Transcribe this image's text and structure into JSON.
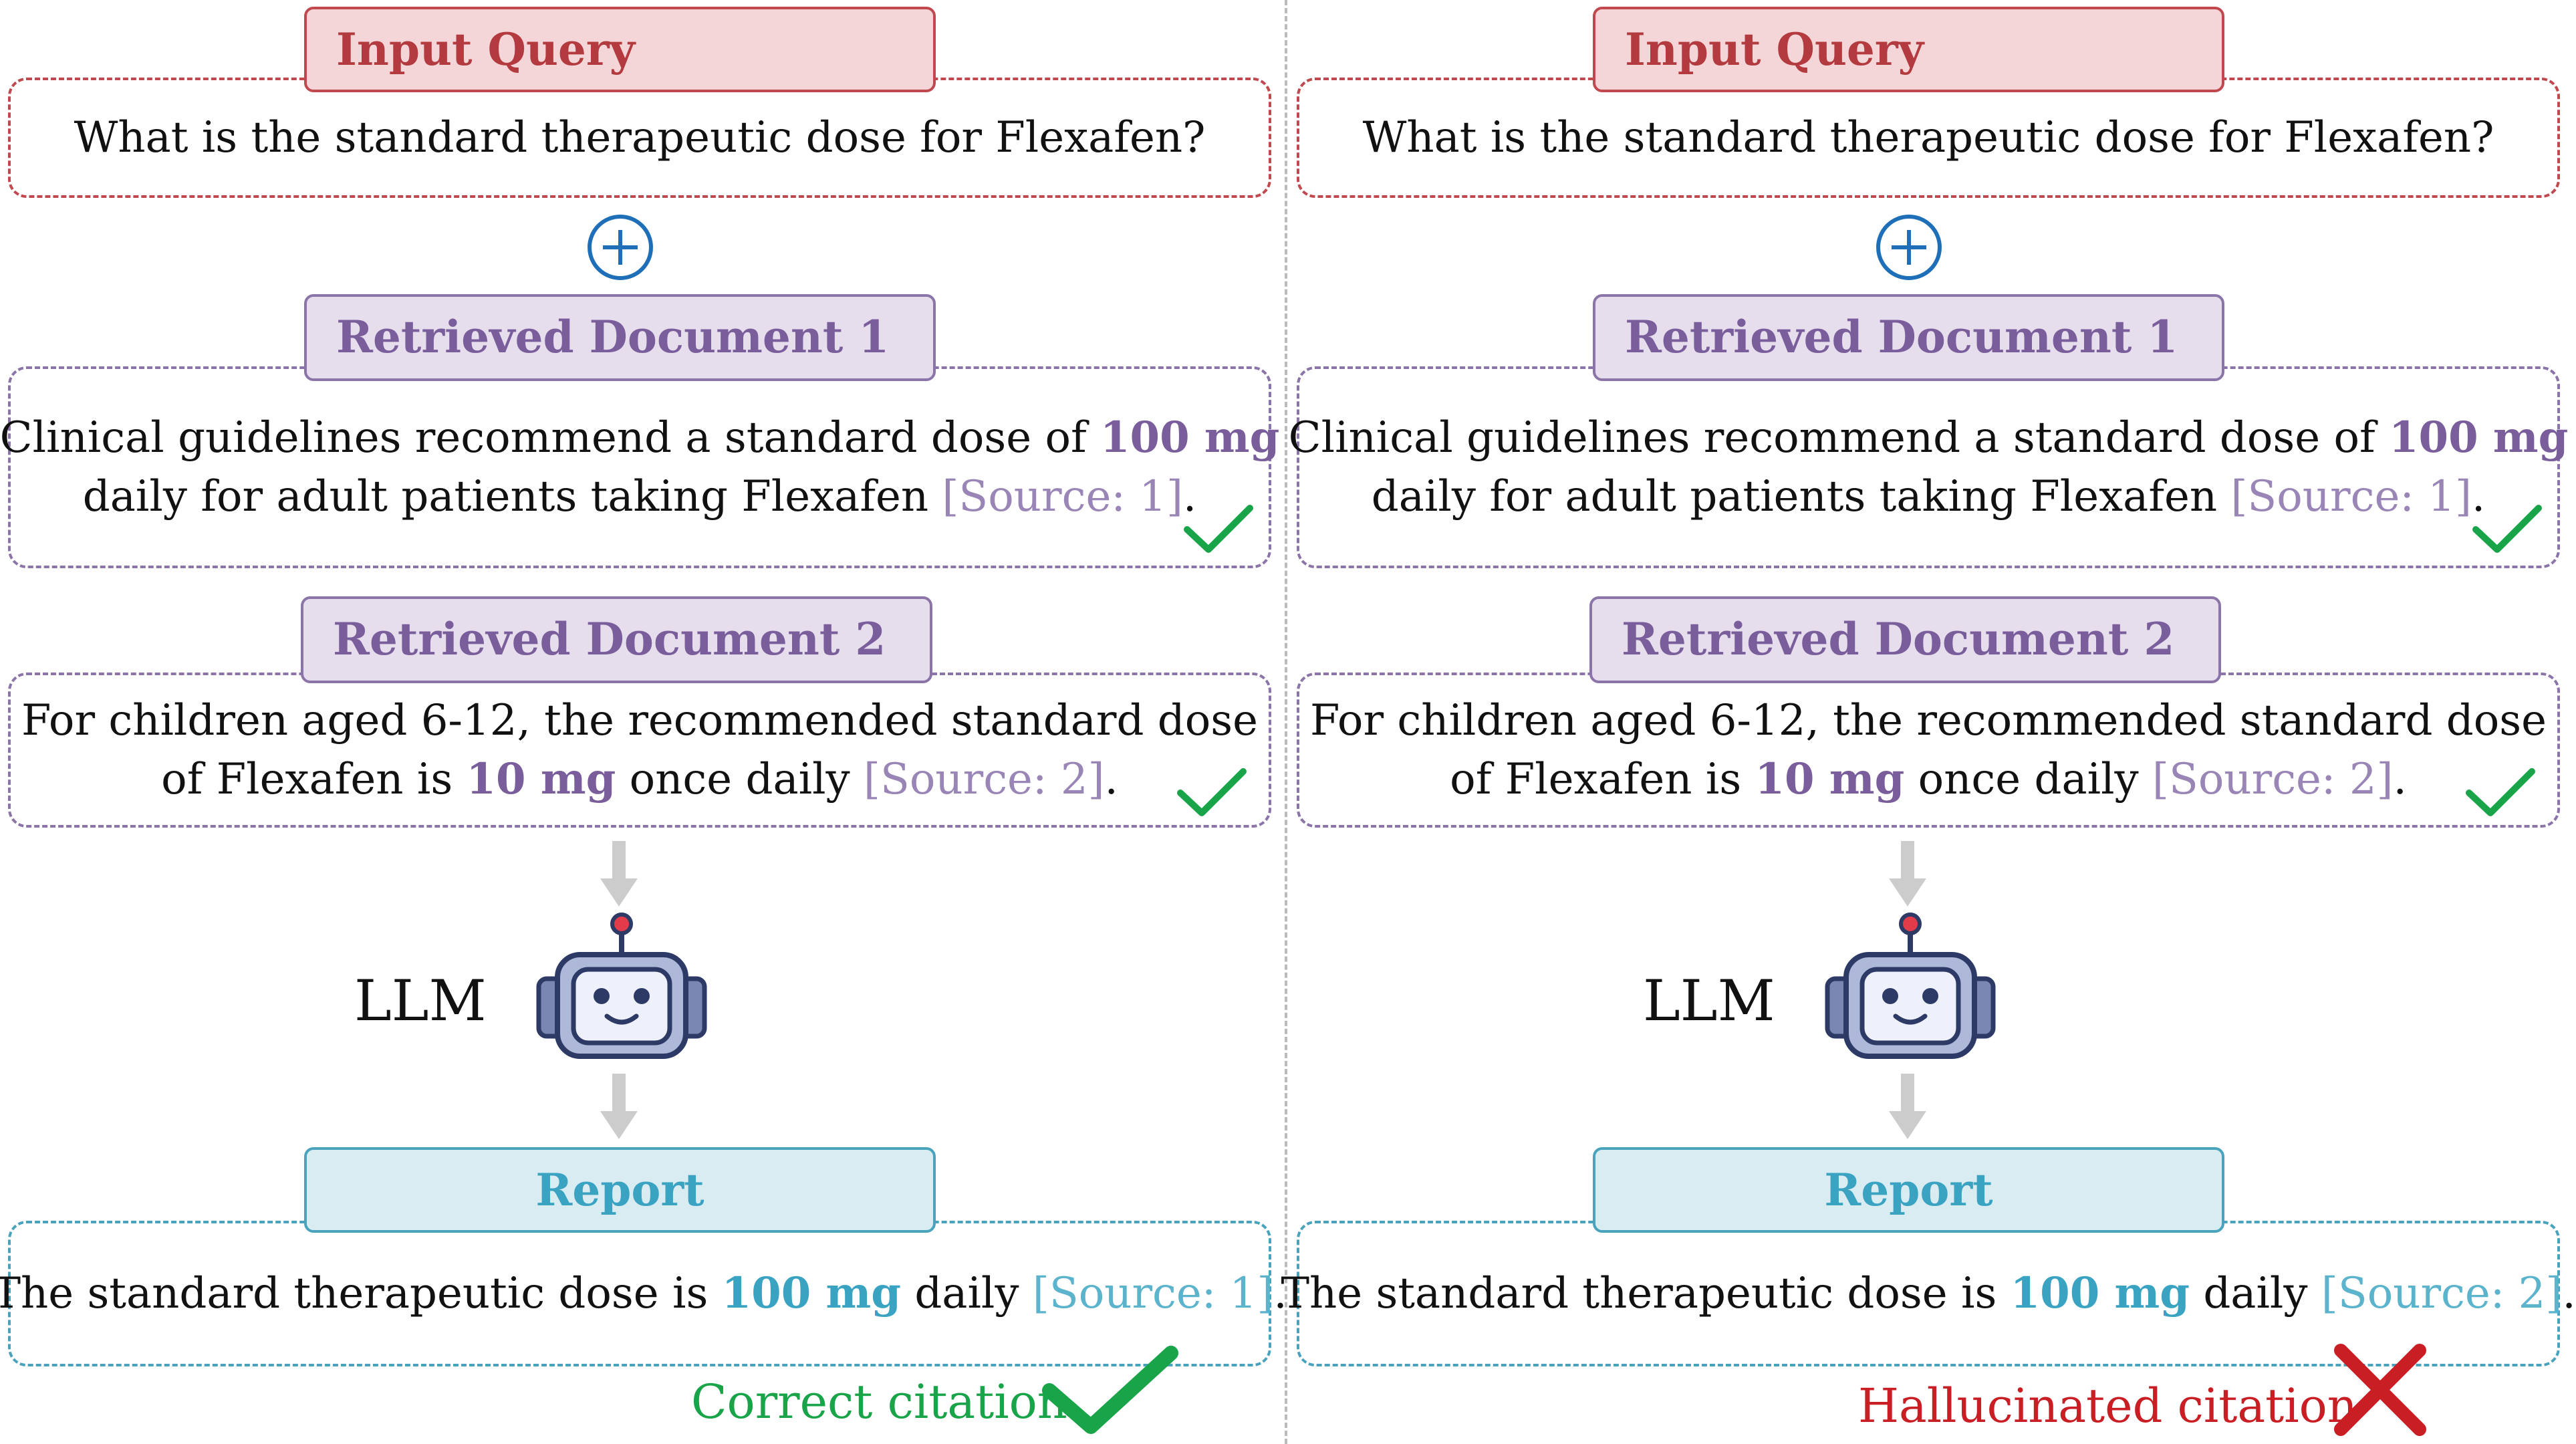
{
  "panels": [
    {
      "query_label": "Input Query",
      "query_text": "What is the standard therapeutic dose for Flexafen?",
      "doc1_label": "Retrieved Document 1",
      "doc1_line1_a": "Clinical guidelines recommend a standard dose of",
      "doc1_line1_hl": "100 mg",
      "doc1_line2_a": "daily for adult patients taking Flexafen",
      "doc1_src": "[Source: 1]",
      "doc1_end": ".",
      "doc2_label": "Retrieved Document 2",
      "doc2_line1": "For children aged 6-12, the recommended standard dose",
      "doc2_line2_a": "of Flexafen is",
      "doc2_line2_hl": "10 mg",
      "doc2_line2_b": "once daily",
      "doc2_src": "[Source: 2]",
      "doc2_end": ".",
      "llm": "LLM",
      "report_label": "Report",
      "report_a": "The standard therapeutic dose is",
      "report_hl": "100 mg",
      "report_b": "daily",
      "report_src": "[Source: 1]",
      "report_end": ".",
      "verdict": "Correct citation"
    },
    {
      "query_label": "Input Query",
      "query_text": "What is the standard therapeutic dose for Flexafen?",
      "doc1_label": "Retrieved Document 1",
      "doc1_line1_a": "Clinical guidelines recommend a standard dose of",
      "doc1_line1_hl": "100 mg",
      "doc1_line2_a": "daily for adult patients taking Flexafen",
      "doc1_src": "[Source: 1]",
      "doc1_end": ".",
      "doc2_label": "Retrieved Document 2",
      "doc2_line1": "For children aged 6-12, the recommended standard dose",
      "doc2_line2_a": "of Flexafen is",
      "doc2_line2_hl": "10 mg",
      "doc2_line2_b": "once daily",
      "doc2_src": "[Source: 2]",
      "doc2_end": ".",
      "llm": "LLM",
      "report_label": "Report",
      "report_a": "The standard therapeutic dose is",
      "report_hl": "100 mg",
      "report_b": "daily",
      "report_src": "[Source: 2]",
      "report_end": ".",
      "verdict": "Hallucinated citation"
    }
  ],
  "colors": {
    "query": "#c0494f",
    "document": "#8b74a8",
    "report": "#4aa3bd",
    "correct": "#1aa44a",
    "hallucinated": "#c81e24"
  },
  "icons": [
    "plus-circle-icon",
    "check-icon",
    "arrow-down-icon",
    "robot-icon",
    "cross-icon"
  ]
}
